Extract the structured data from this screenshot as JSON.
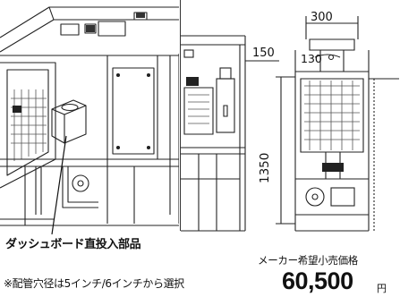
{
  "diagram": {
    "dimensions": {
      "width_top": "300",
      "angle_top": "130",
      "side_offset": "150",
      "height": "1350"
    }
  },
  "caption": {
    "part_label": "ダッシュボード直投入部品",
    "price_label": "メーカー希望小売価格",
    "note": "※配管穴径は5インチ/6インチから選択",
    "price_value": "60,500",
    "price_unit": "円"
  }
}
